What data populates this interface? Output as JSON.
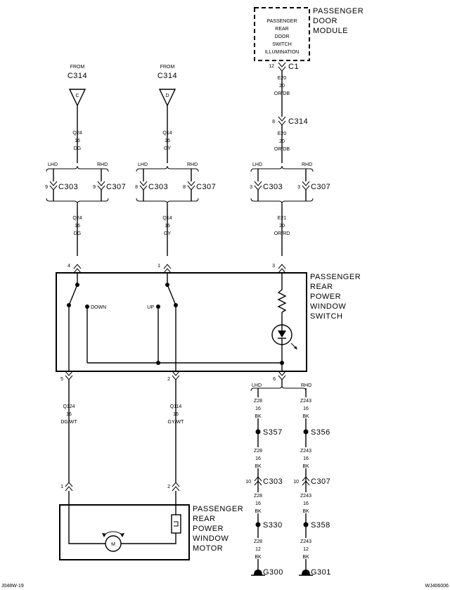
{
  "module": {
    "inner_lines": [
      "PASSENGER",
      "REAR",
      "DOOR",
      "SWITCH",
      "ILLUMINATION"
    ],
    "side_lines": [
      "PASSENGER",
      "DOOR",
      "MODULE"
    ],
    "pin": "12",
    "connector": "C1"
  },
  "from_left": {
    "label": "FROM",
    "connector": "C314",
    "pin": "C"
  },
  "from_mid": {
    "label": "FROM",
    "connector": "C314",
    "pin": "D"
  },
  "wire_e20_a": [
    "E20",
    "20",
    "OR/DB"
  ],
  "c314": {
    "pin": "8",
    "label": "C314"
  },
  "wire_e20_b": [
    "E20",
    "20",
    "OR/DB"
  ],
  "wire_q24_a": [
    "Q24",
    "16",
    "DG"
  ],
  "wire_q14_a": [
    "Q14",
    "16",
    "GY"
  ],
  "branch": {
    "lhd": "LHD",
    "rhd": "RHD"
  },
  "split_left": {
    "pin_a": "9",
    "label_a": "C303",
    "pin_b": "9",
    "label_b": "C307"
  },
  "split_mid": {
    "pin_a": "8",
    "label_a": "C303",
    "pin_b": "8",
    "label_b": "C307"
  },
  "split_right": {
    "pin_a": "3",
    "label_a": "C303",
    "pin_b": "3",
    "label_b": "C307"
  },
  "wire_q24_b": [
    "Q24",
    "16",
    "DG"
  ],
  "wire_q14_b": [
    "Q14",
    "16",
    "GY"
  ],
  "wire_e21": [
    "E21",
    "20",
    "OR/RD"
  ],
  "switch": {
    "lines": [
      "PASSENGER",
      "REAR",
      "POWER",
      "WINDOW",
      "SWITCH"
    ],
    "pin_top_1": "4",
    "pin_top_2": "1",
    "pin_top_3": "3",
    "down": "DOWN",
    "up": "UP",
    "pin_bot_1": "5",
    "pin_bot_2": "2",
    "pin_bot_3": "6"
  },
  "ground_branch": {
    "lhd": "LHD",
    "rhd": "RHD"
  },
  "wire_q124": [
    "Q124",
    "16",
    "DG/WT"
  ],
  "wire_q114": [
    "Q114",
    "16",
    "GY/WT"
  ],
  "lhd_chain": {
    "w1": [
      "Z28",
      "16",
      "BK"
    ],
    "s1": "S357",
    "w2": [
      "Z28",
      "16",
      "BK"
    ],
    "c_pin": "10",
    "c_label": "C303",
    "w3": [
      "Z28",
      "16",
      "BK"
    ],
    "s2": "S330",
    "w4": [
      "Z28",
      "12",
      "BK"
    ],
    "g": "G300"
  },
  "rhd_chain": {
    "w1": [
      "Z243",
      "16",
      "BK"
    ],
    "s1": "S356",
    "w2": [
      "Z243",
      "16",
      "BK"
    ],
    "c_pin": "10",
    "c_label": "C307",
    "w3": [
      "Z243",
      "16",
      "BK"
    ],
    "s2": "S358",
    "w4": [
      "Z243",
      "12",
      "BK"
    ],
    "g": "G301"
  },
  "motor": {
    "lines": [
      "PASSENGER",
      "REAR",
      "POWER",
      "WINDOW",
      "MOTOR"
    ],
    "pin_1": "1",
    "pin_2": "2",
    "symbol": "M"
  },
  "footer": {
    "left": "J048W-19",
    "right": "WJ406006"
  }
}
